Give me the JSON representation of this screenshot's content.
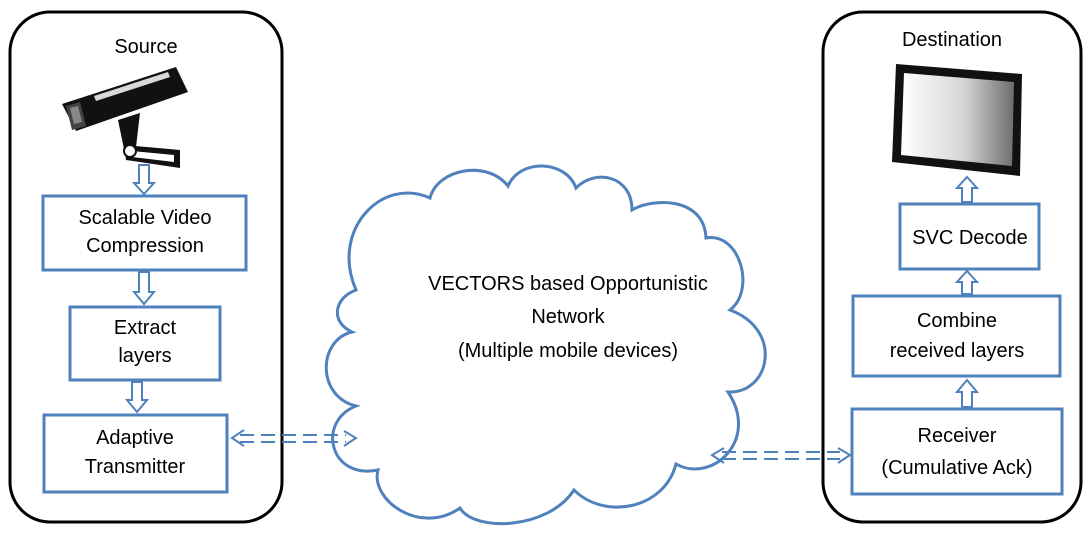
{
  "source": {
    "title": "Source",
    "boxes": [
      {
        "lines": [
          "Scalable Video",
          "Compression"
        ]
      },
      {
        "lines": [
          "Extract",
          "layers"
        ]
      },
      {
        "lines": [
          "Adaptive",
          "Transmitter"
        ]
      }
    ],
    "icon": "security-camera-icon"
  },
  "destination": {
    "title": "Destination",
    "boxes": [
      {
        "lines": [
          "SVC Decode"
        ]
      },
      {
        "lines": [
          "Combine",
          "received layers"
        ]
      },
      {
        "lines": [
          "Receiver",
          "(Cumulative Ack)"
        ]
      }
    ],
    "icon": "monitor-display-icon"
  },
  "network": {
    "lines": [
      "VECTORS based Opportunistic",
      "Network",
      "(Multiple mobile devices)"
    ],
    "icon": "cloud-icon"
  },
  "colors": {
    "accent": "#4f81bd",
    "panel_border": "#000000"
  }
}
